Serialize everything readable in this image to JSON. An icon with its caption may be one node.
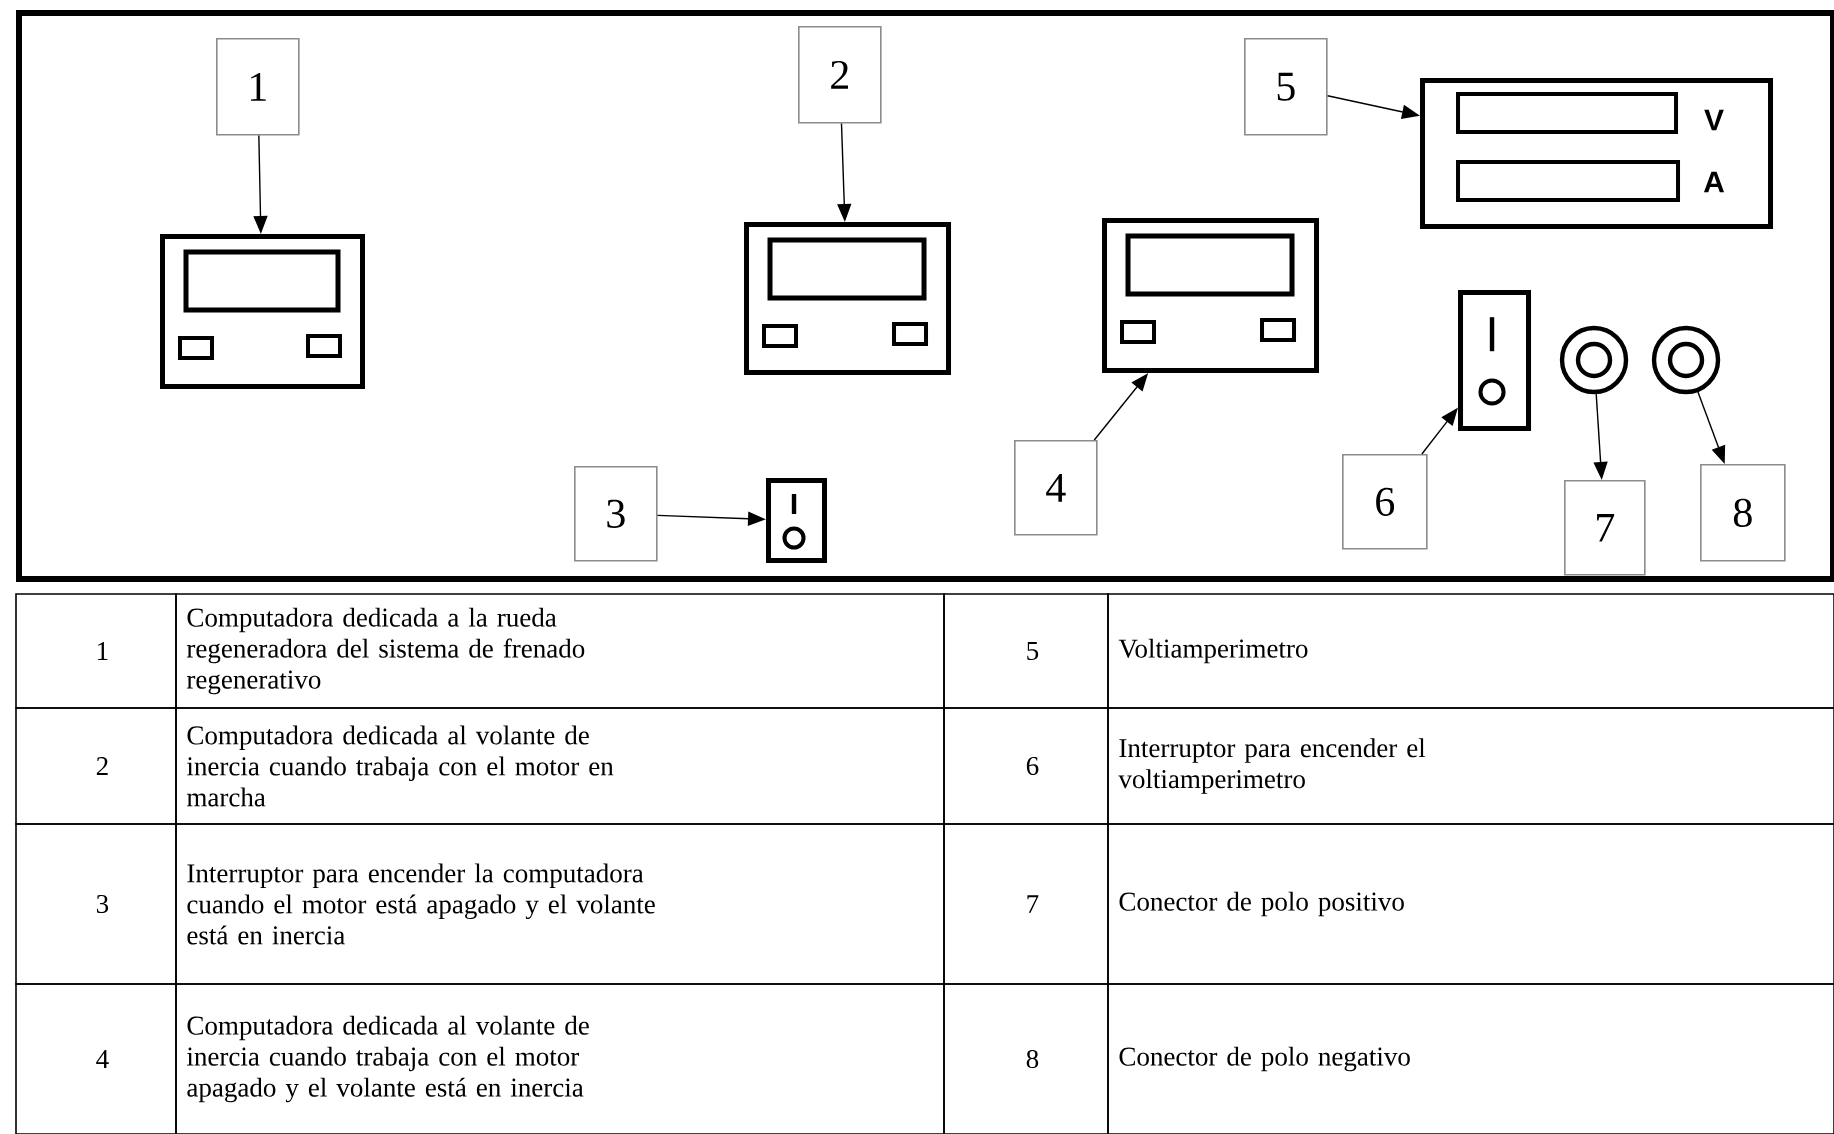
{
  "diagram": {
    "nodes": [
      {
        "text": [],
        "shape": "box"
      },
      {
        "text": [
          "1"
        ],
        "in": 0
      },
      {
        "text": [
          "2"
        ],
        "in": 0
      },
      {
        "text": [
          "3"
        ],
        "in": 0
      },
      {
        "text": [
          "4"
        ],
        "in": 0
      },
      {
        "text": [
          "5"
        ],
        "in": 0
      },
      {
        "text": [
          "6"
        ],
        "in": 0
      },
      {
        "text": [
          "7"
        ],
        "in": 0
      },
      {
        "text": [
          "8"
        ],
        "in": 0
      },
      {
        "text": [],
        "shape": "picture",
        "in": 0
      },
      {
        "text": [],
        "shape": "picture",
        "in": 0
      },
      {
        "text": [],
        "shape": "picture",
        "in": 0
      },
      {
        "text": [],
        "shape": "picture",
        "in": 0
      },
      {
        "text": [
          "V",
          "A"
        ],
        "in": 0
      },
      {
        "text": [],
        "shape": "picture",
        "in": 0
      },
      {
        "text": [],
        "shape": "circle",
        "in": 0
      },
      {
        "text": [],
        "shape": "circle",
        "in": 0
      }
    ],
    "edges": [
      {
        "from": 1,
        "to": 9,
        "arrow": "to"
      },
      {
        "from": 2,
        "to": 10,
        "arrow": "to"
      },
      {
        "from": 3,
        "to": 11,
        "arrow": "to"
      },
      {
        "from": 4,
        "to": 12,
        "arrow": "to"
      },
      {
        "from": 5,
        "to": 13,
        "arrow": "to"
      },
      {
        "from": 6,
        "to": 14,
        "arrow": "to"
      },
      {
        "from": 15,
        "to": 7,
        "arrow": "to"
      },
      {
        "from": 16,
        "to": 8,
        "arrow": "to"
      }
    ],
    "labels": [
      "1",
      "Computadora dedicada a la rueda regeneradora del sistema de frenado regenerativo",
      "5",
      "Voltiamperimetro",
      "2",
      "Computadora dedicada al volante de inercia cuando trabaja con el motor en marcha",
      "6",
      "Interruptor para encender el voltiamperimetro",
      "3",
      "Interruptor  para encender la computadora cuando el motor está apagado y el volante está en inercia",
      "7",
      "Conector de polo positivo",
      "4",
      "Computadora dedicada al volante de inercia cuando trabaja con el motor apagado y el volante está en inercia",
      "8",
      "Conector de polo negativo"
    ]
  }
}
